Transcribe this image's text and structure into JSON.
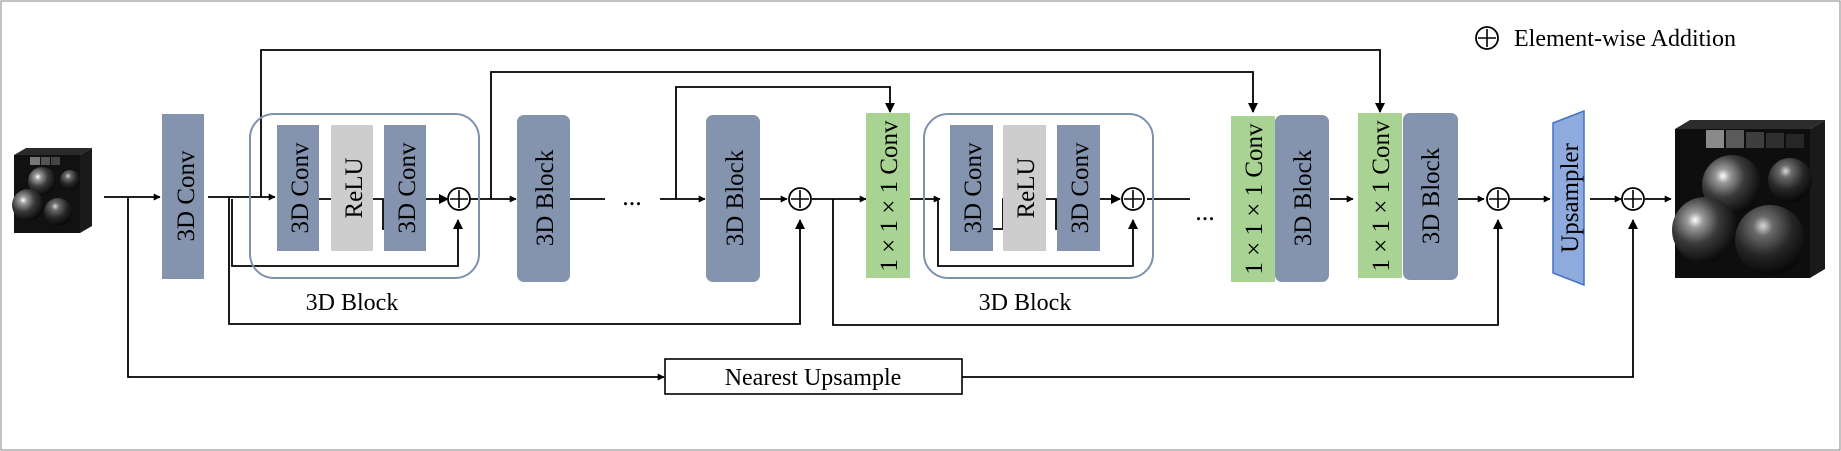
{
  "legend": {
    "symbol": "⊕",
    "label": "Element-wise Addition"
  },
  "blocks": {
    "conv3d": "3D Conv",
    "relu": "ReLU",
    "block3d": "3D Block",
    "conv1x1": "1 × 1 × 1 Conv",
    "upsampler": "Upsampler"
  },
  "group_labels": {
    "block_a": "3D Block",
    "block_b": "3D Block"
  },
  "ellipsis": "...",
  "nearest_upsample": "Nearest Upsample",
  "colors": {
    "block_blue": "#8494ae",
    "relu_gray": "#cdcdcd",
    "conv1x1_green": "#a9d393",
    "upsampler_blue": "#8faadc",
    "group_outline": "#7f92ad"
  },
  "images": {
    "input": "low-resolution-volume",
    "output": "high-resolution-volume"
  }
}
